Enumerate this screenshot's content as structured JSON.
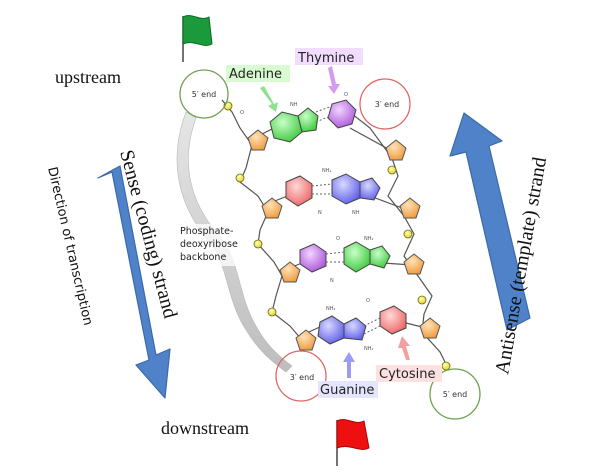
{
  "labels": {
    "upstream": "upstream",
    "downstream": "downstream",
    "sense_strand": "Sense (coding) strand",
    "antisense_strand": "Antisense (template) strand",
    "direction": "Direction of transcription",
    "backbone_line1": "Phosphate-",
    "backbone_line2": "deoxyribose",
    "backbone_line3": "backbone",
    "adenine": "Adenine",
    "thymine": "Thymine",
    "guanine": "Guanine",
    "cytosine": "Cytosine",
    "five_end_top": "5′ end",
    "three_end_top": "3′ end",
    "three_end_bottom": "3′ end",
    "five_end_bottom": "5′ end"
  },
  "colors": {
    "adenine": "#5fe05f",
    "thymine": "#c77ce6",
    "guanine": "#7f7ff0",
    "cytosine": "#f48a8a",
    "sugar": "#f5b064",
    "phosphate": "#f0e040",
    "arrow_blue": "#4f82c8",
    "flag_start": "#1a9a3a",
    "flag_end": "#ee1010"
  },
  "icons": {
    "start_flag": "green-flag-icon",
    "end_flag": "red-flag-icon"
  }
}
